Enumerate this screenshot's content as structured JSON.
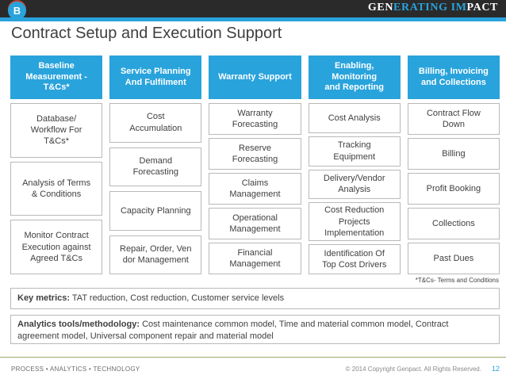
{
  "header": {
    "badge": "B",
    "logo": {
      "part1": "GEN",
      "part2": "ERATING IM",
      "part3": "PACT"
    }
  },
  "title": "Contract Setup and Execution Support",
  "colors": {
    "accent_blue": "#29a3dc",
    "topbar_dark": "#2a2a2a",
    "text_gray": "#3f3f3f",
    "box_border": "#b9b9b9",
    "divider_olive": "#9aa969"
  },
  "columns": [
    {
      "header": "Baseline\nMeasurement -\nT&Cs*",
      "items": [
        "Database/\nWorkflow For\nT&Cs*",
        "Analysis of Terms\n& Conditions",
        "Monitor Contract\nExecution against\nAgreed T&Cs"
      ]
    },
    {
      "header": "Service Planning\nAnd Fulfilment",
      "items": [
        "Cost\nAccumulation",
        "Demand\nForecasting",
        "Capacity Planning",
        "Repair, Order, Ven\ndor Management"
      ]
    },
    {
      "header": "Warranty Support",
      "items": [
        "Warranty\nForecasting",
        "Reserve\nForecasting",
        "Claims\nManagement",
        "Operational\nManagement",
        "Financial\nManagement"
      ]
    },
    {
      "header": "Enabling,\nMonitoring\nand Reporting",
      "items": [
        "Cost Analysis",
        "Tracking\nEquipment",
        "Delivery/Vendor\nAnalysis",
        "Cost Reduction\nProjects\nImplementation",
        "Identification Of\nTop Cost Drivers"
      ]
    },
    {
      "header": "Billing, Invoicing\nand Collections",
      "items": [
        "Contract Flow\nDown",
        "Billing",
        "Profit Booking",
        "Collections",
        "Past Dues"
      ]
    }
  ],
  "footnote": "*T&Cs- Terms and Conditions",
  "key_metrics": {
    "label": "Key metrics:",
    "text": " TAT reduction, Cost reduction, Customer service levels"
  },
  "analytics": {
    "label": "Analytics tools/methodology:",
    "text": " Cost maintenance common model, Time and material common model, Contract agreement model, Universal component repair and material model"
  },
  "footer": {
    "left": "PROCESS • ANALYTICS • TECHNOLOGY",
    "copyright": "© 2014 Copyright Genpact. All Rights Reserved.",
    "page": "12"
  }
}
